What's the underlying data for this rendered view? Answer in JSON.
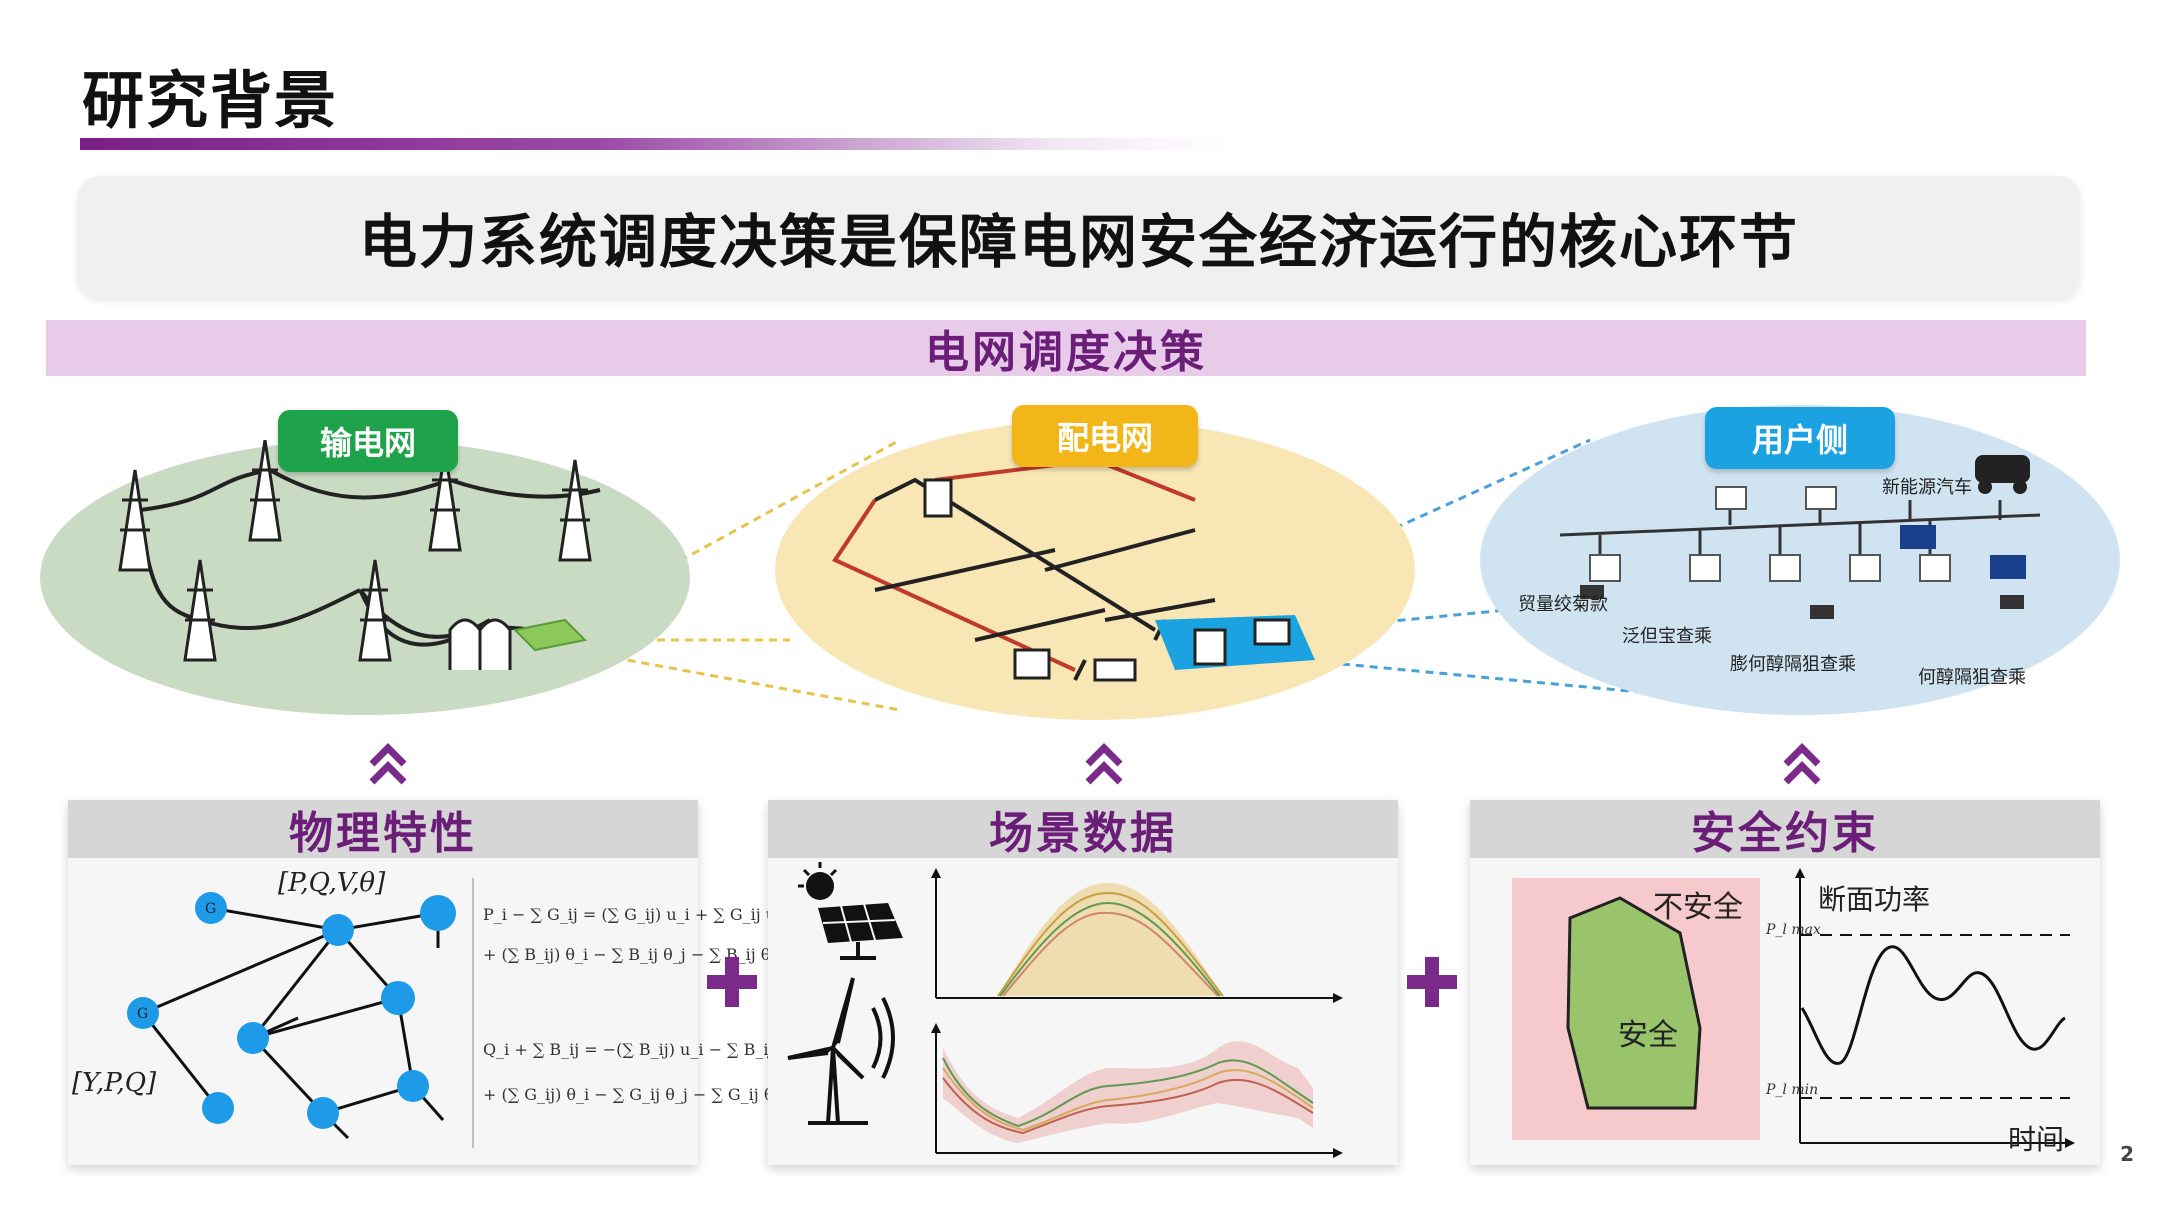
{
  "page": {
    "title": "研究背景",
    "headline": "电力系统调度决策是保障电网安全经济运行的核心环节",
    "band_label": "电网调度决策",
    "page_number": "2"
  },
  "networks": [
    {
      "label": "输电网",
      "color": "#1fa34a"
    },
    {
      "label": "配电网",
      "color": "#f2b619"
    },
    {
      "label": "用户侧",
      "color": "#1aa3e0"
    }
  ],
  "user_side_labels": {
    "ev": "新能源汽车",
    "l1": "贸量绞菊款",
    "l2": "泛但宝查乘",
    "l3": "膨何醇隔狙查乘",
    "l4": "何醇隔狙查乘"
  },
  "panels": {
    "physics": {
      "title": "物理特性",
      "node_label_top": "[P,Q,V,θ]",
      "node_label_left": "[Y,P,Q]",
      "generator_label": "G",
      "equations": [
        "P_i − ∑ G_ij = (∑ G_ij) u_i + ∑ G_ij u_j",
        "+ (∑ B_ij) θ_i − ∑ B_ij θ_j − ∑ B_ij θ_j",
        "Q_i + ∑ B_ij = −(∑ B_ij) u_i − ∑ B_ij u_j",
        "+ (∑ G_ij) θ_i − ∑ G_ij θ_j − ∑ G_ij θ_j"
      ]
    },
    "scenario": {
      "title": "场景数据",
      "icons": [
        "solar-icon",
        "wind-turbine-icon"
      ]
    },
    "safety": {
      "title": "安全约束",
      "unsafe_label": "不安全",
      "safe_label": "安全",
      "y_label": "断面功率",
      "x_label": "时间",
      "pmax_label": "P_l max",
      "pmin_label": "P_l min"
    }
  },
  "colors": {
    "accent": "#6b1e78",
    "transmission_bg": "#c9dcc3",
    "distribution_bg": "#f8e6b5",
    "user_bg": "#cfe3f1",
    "safe_region": "#9ac46b",
    "unsafe_region": "#f6c9cd"
  }
}
